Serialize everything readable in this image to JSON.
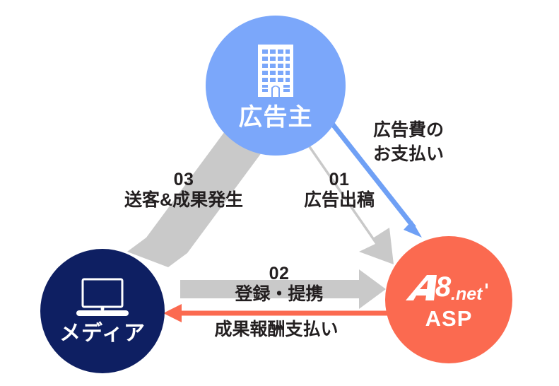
{
  "diagram": {
    "title": "affiliate-marketing-flow",
    "nodes": [
      {
        "id": "advertiser",
        "label": "広告主",
        "icon": "office-building-icon",
        "color": "#7BA7FA"
      },
      {
        "id": "media",
        "label": "メディア",
        "icon": "laptop-icon",
        "color": "#0E1F62"
      },
      {
        "id": "asp",
        "label": "ASP",
        "logo": "a8-net-logo",
        "logo_text": "A8.net",
        "color": "#FB6A50"
      }
    ],
    "flows": [
      {
        "id": "flow-01",
        "number": "01",
        "label": "広告出稿",
        "from": "advertiser",
        "to": "asp",
        "color": "#C9C9C9",
        "style": "block-arrow"
      },
      {
        "id": "flow-02",
        "number": "02",
        "label": "登録・提携",
        "from": "media",
        "to": "asp",
        "color": "#C9C9C9",
        "style": "block-arrow"
      },
      {
        "id": "flow-03",
        "number": "03",
        "label": "送客&成果発生",
        "from": "media",
        "to": "advertiser",
        "color": "#C9C9C9",
        "style": "block-arrow"
      },
      {
        "id": "flow-fee",
        "number": "",
        "label_line1": "広告費の",
        "label_line2": "お支払い",
        "from": "advertiser",
        "to": "asp",
        "color": "#6FA0F5",
        "style": "thin-arrow"
      },
      {
        "id": "flow-reward",
        "number": "",
        "label": "成果報酬支払い",
        "from": "asp",
        "to": "media",
        "color": "#FB6A50",
        "style": "thin-arrow"
      }
    ],
    "colors": {
      "advertiser": "#7BA7FA",
      "media": "#0E1F62",
      "asp": "#FB6A50",
      "gray_arrow": "#C9C9C9",
      "blue_arrow": "#6FA0F5",
      "red_arrow": "#FB6A50",
      "text": "#231F20",
      "background": "#FFFFFF"
    }
  }
}
